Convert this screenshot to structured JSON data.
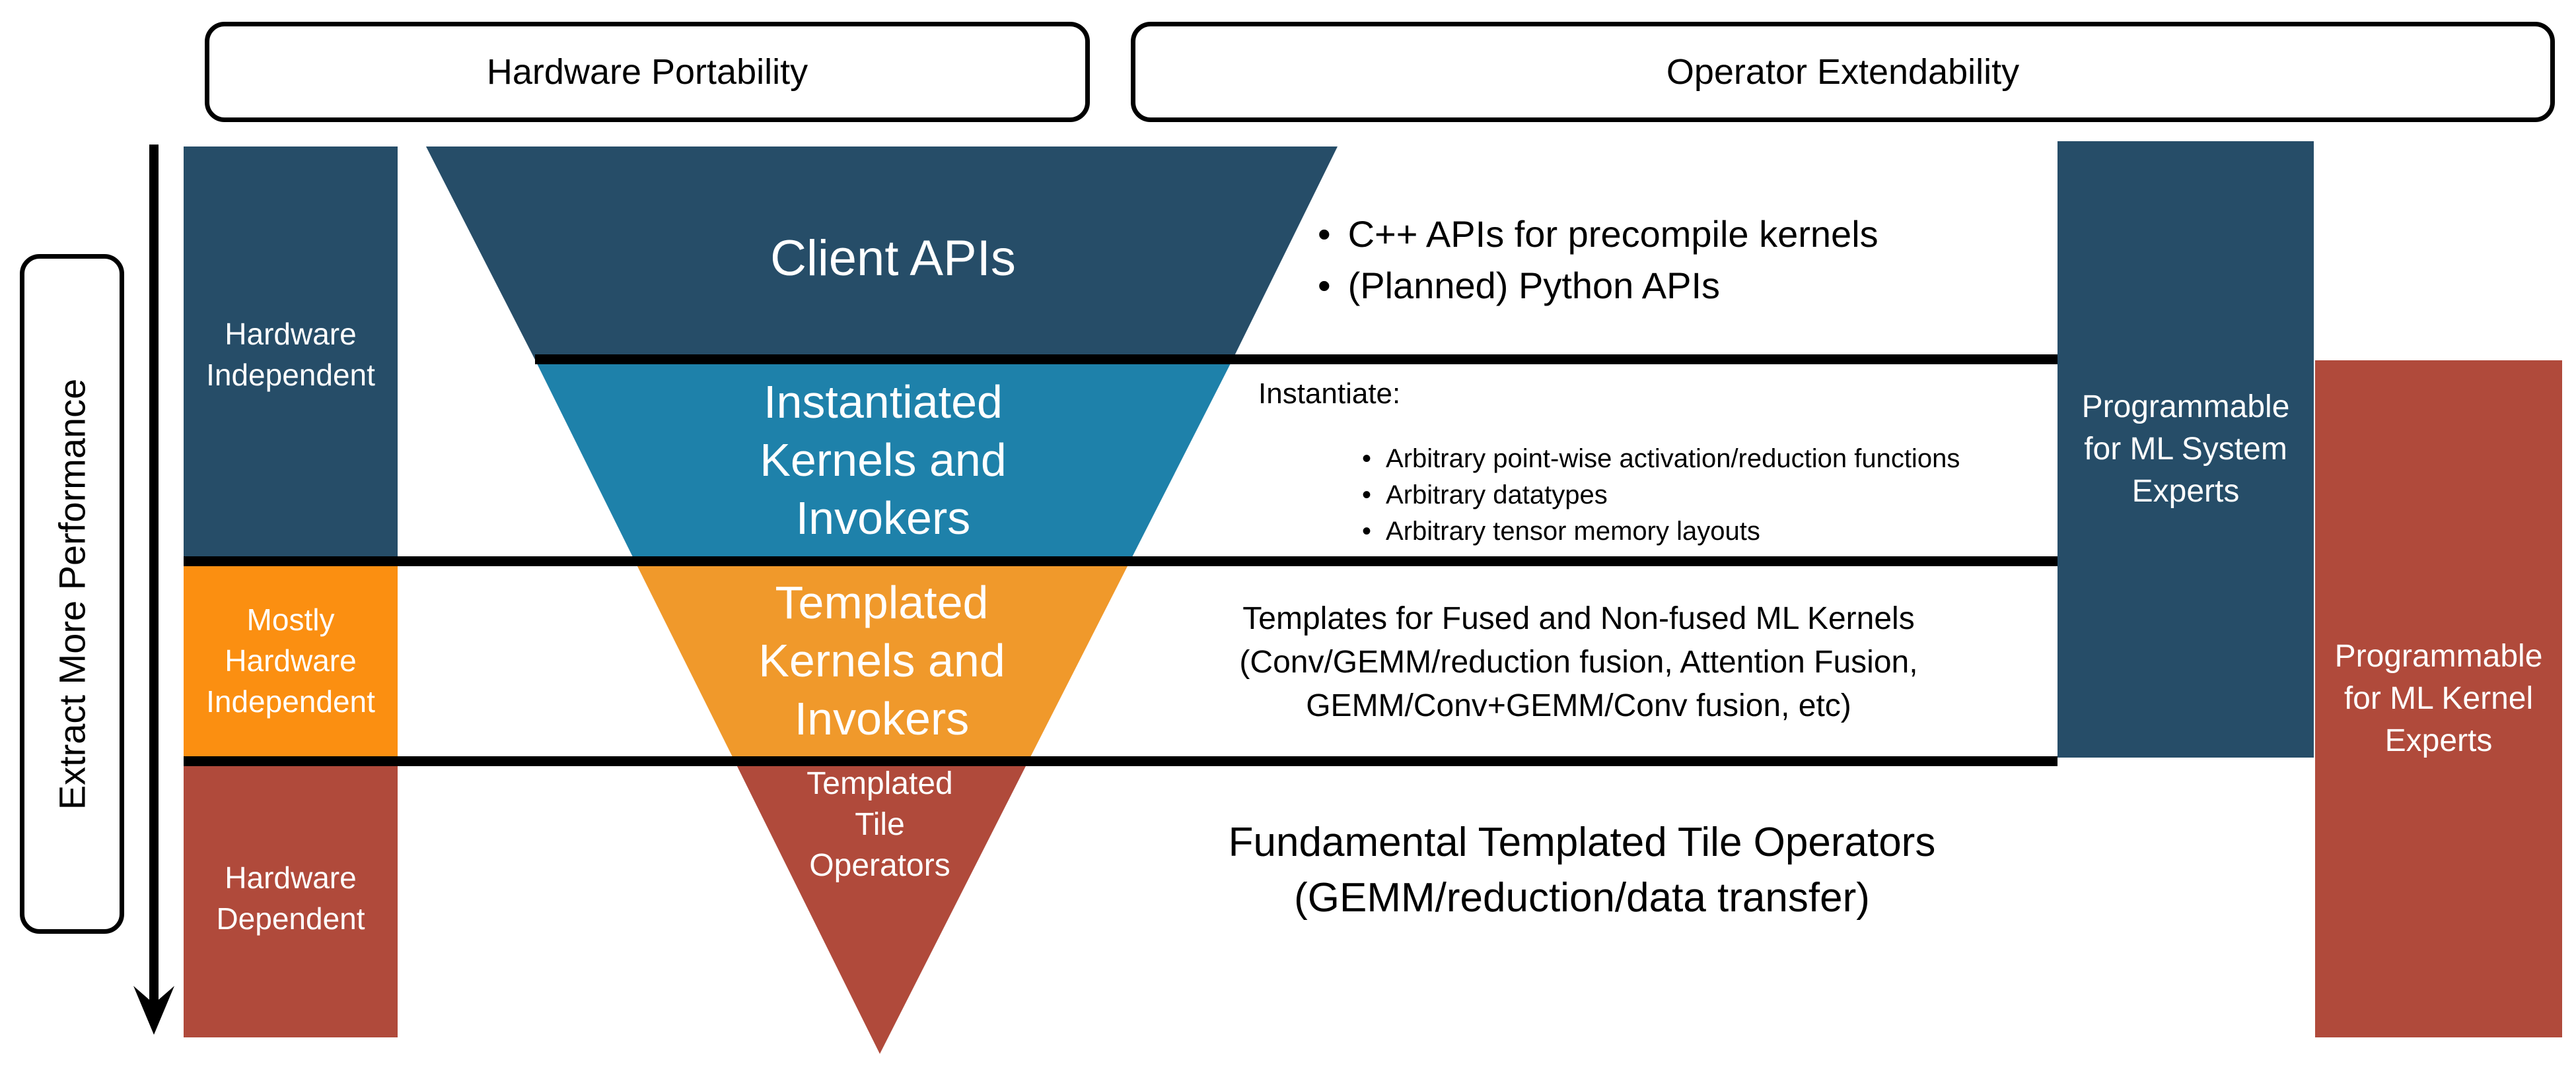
{
  "title_boxes": {
    "hardware_portability": "Hardware Portability",
    "operator_extendability": "Operator Extendability"
  },
  "performance_axis": {
    "label": "Extract More Performance"
  },
  "hardware_scale": {
    "items": [
      {
        "id": "hardware-independent",
        "lines": [
          "Hardware",
          "Independent"
        ],
        "color": "#264D68"
      },
      {
        "id": "mostly-hardware-independent",
        "lines": [
          "Mostly",
          "Hardware",
          "Independent"
        ],
        "color": "#FB8F11"
      },
      {
        "id": "hardware-dependent",
        "lines": [
          "Hardware",
          "Dependent"
        ],
        "color": "#B04A3B"
      }
    ]
  },
  "funnel": {
    "layers": [
      {
        "id": "client-apis",
        "lines": [
          "Client APIs"
        ],
        "color": "#264D68"
      },
      {
        "id": "instantiated-kernels-and-invokers",
        "lines": [
          "Instantiated",
          "Kernels and",
          "Invokers"
        ],
        "color": "#1E81AA"
      },
      {
        "id": "templated-kernels-and-invokers",
        "lines": [
          "Templated",
          "Kernels and",
          "Invokers"
        ],
        "color": "#F0992B"
      },
      {
        "id": "templated-tile-operators",
        "lines": [
          "Templated",
          "Tile",
          "Operators"
        ],
        "color": "#B04A3B"
      }
    ]
  },
  "annotations": {
    "bullet_glyph": "•",
    "client_api_bullets": [
      "C++ APIs for precompile kernels",
      "(Planned) Python APIs"
    ],
    "instantiate_header": "Instantiate:",
    "instantiate_bullets": [
      "Arbitrary point-wise activation/reduction functions",
      "Arbitrary datatypes",
      "Arbitrary tensor memory layouts"
    ],
    "templates_lines": [
      "Templates for Fused and Non-fused ML Kernels",
      "(Conv/GEMM/reduction fusion, Attention Fusion,",
      "GEMM/Conv+GEMM/Conv fusion, etc)"
    ],
    "fundamental_lines": [
      "Fundamental Templated Tile Operators",
      "(GEMM/reduction/data transfer)"
    ]
  },
  "audience_boxes": [
    {
      "id": "ml-system-experts",
      "lines": [
        "Programmable",
        "for ML System",
        "Experts"
      ],
      "color": "#264D68"
    },
    {
      "id": "ml-kernel-experts",
      "lines": [
        "Programmable",
        "for ML Kernel",
        "Experts"
      ],
      "color": "#B04A3B"
    }
  ],
  "colors": {
    "hardware_independent": "#264D68",
    "instantiated_layer": "#1E81AA",
    "templated_layer": "#F0992B",
    "mostly_hardware_independent": "#FB8F11",
    "hardware_dependent": "#B04A3B",
    "line": "#000000",
    "background": "#FFFFFF",
    "funnel_text": "#FFFFFF"
  }
}
